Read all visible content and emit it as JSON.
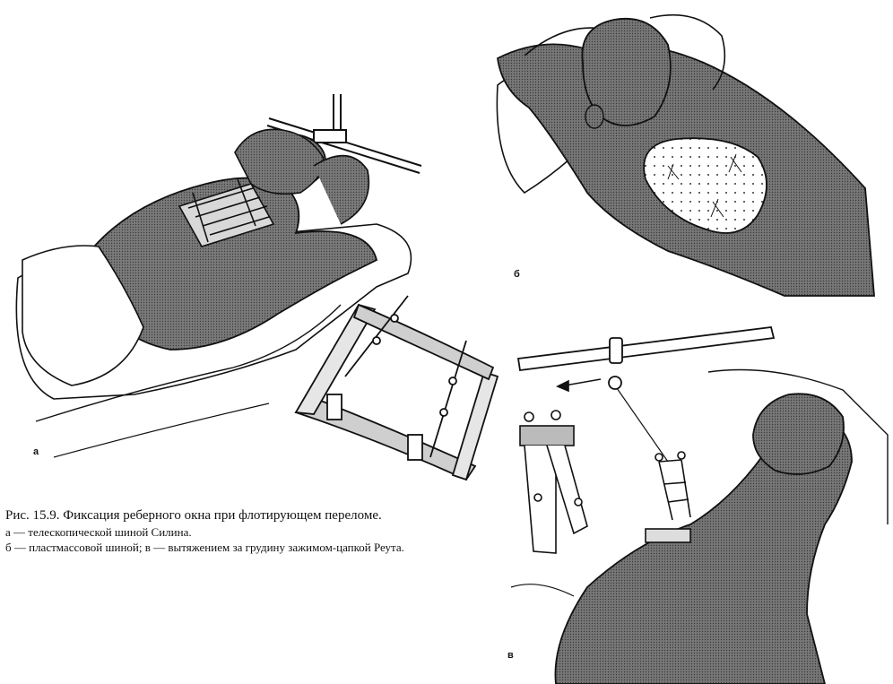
{
  "figure": {
    "panel_labels": {
      "a": "а",
      "b": "б",
      "v": "в"
    },
    "caption": {
      "title": "Рис. 15.9. Фиксация реберного окна при флотирующем переломе.",
      "line1": "а — телескопической шиной Силина.",
      "line2": "б — пластмассовой шиной; в — вытяжением за грудину зажимом-цапкой Реута."
    }
  },
  "colors": {
    "ink": "#111111",
    "skin_shade": "#6f6f6f",
    "paper": "#ffffff"
  }
}
